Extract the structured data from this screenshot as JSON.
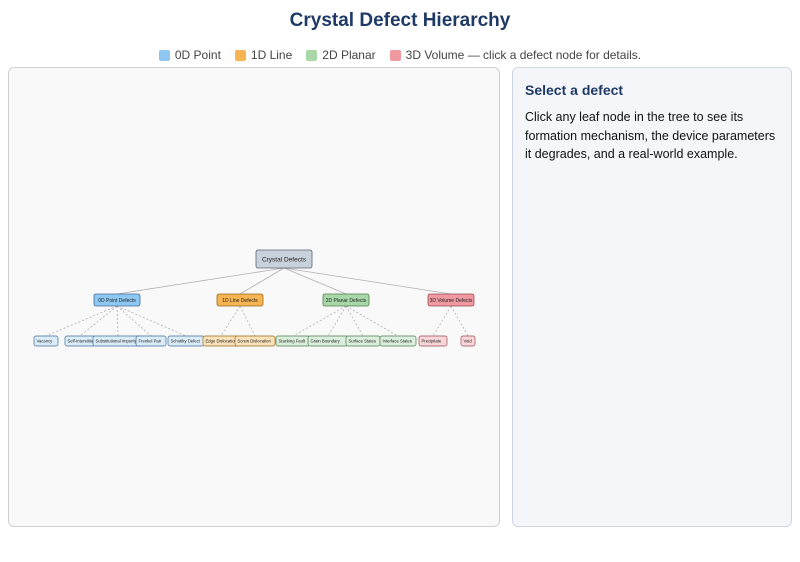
{
  "title": "Crystal Defect Hierarchy",
  "legend": [
    {
      "label": "0D Point",
      "color": "#8ec8f2"
    },
    {
      "label": "1D Line",
      "color": "#f6b552"
    },
    {
      "label": "2D Planar",
      "color": "#a8d8a8"
    },
    {
      "label": "3D Volume — click a defect node for details.",
      "color": "#ee9aa0"
    }
  ],
  "tree": {
    "root": {
      "label": "Crystal Defects"
    },
    "categories": [
      {
        "label": "0D Point Defects",
        "fill": "#8ec8f2",
        "leafFill": "#dcedfa",
        "stroke": "#3f6d9a",
        "leaves": [
          "Vacancy",
          "Self-Interstitial",
          "Substitutional Impurity",
          "Frenkel Pair",
          "Schottky Defect"
        ]
      },
      {
        "label": "1D Line Defects",
        "fill": "#f6b552",
        "leafFill": "#fbe2bb",
        "stroke": "#9a6a1f",
        "leaves": [
          "Edge Dislocation",
          "Screw Dislocation"
        ]
      },
      {
        "label": "2D Planar Defects",
        "fill": "#a8d8a8",
        "leafFill": "#dcefdc",
        "stroke": "#4e7d4e",
        "leaves": [
          "Stacking Fault",
          "Grain Boundary",
          "Surface States",
          "Interface States"
        ]
      },
      {
        "label": "3D Volume Defects",
        "fill": "#ee9aa0",
        "leafFill": "#f8d6d9",
        "stroke": "#9a4a50",
        "leaves": [
          "Precipitate",
          "Void"
        ]
      }
    ]
  },
  "detail": {
    "heading": "Select a defect",
    "body": "Click any leaf node in the tree to see its formation mechanism, the device parameters it degrades, and a real-world example."
  }
}
